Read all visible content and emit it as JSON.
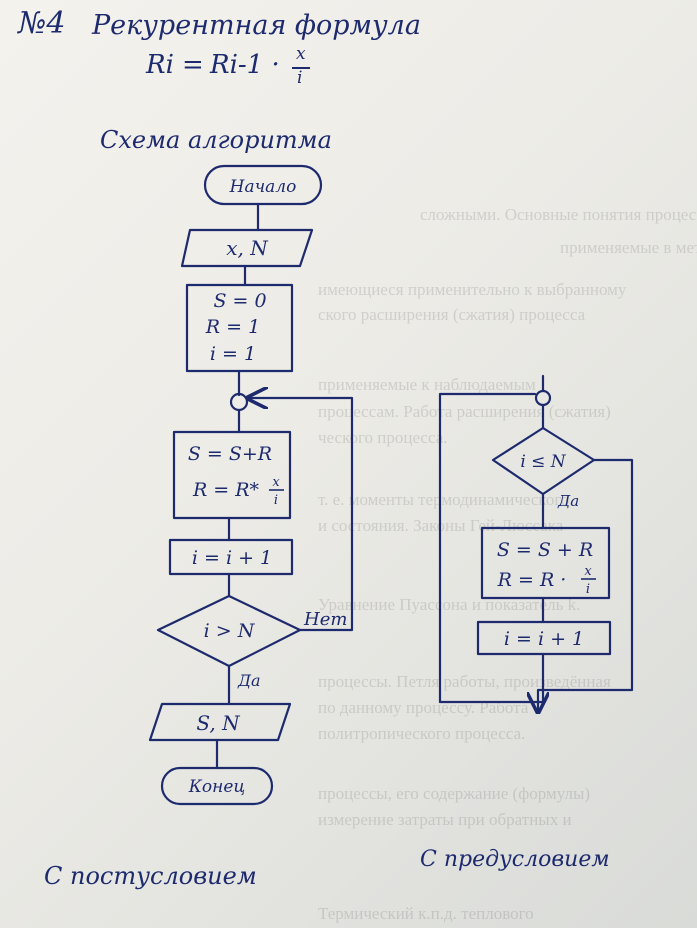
{
  "heading": {
    "number": "№4",
    "title": "Рекурентная формула",
    "formula_lhs": "Ri",
    "formula_eq": "=",
    "formula_rhs": "Ri-1 ·",
    "frac_num": "x",
    "frac_den": "i"
  },
  "scheme_title": "Схема алгоритма",
  "left_chart": {
    "start": "Начало",
    "input": "x, N",
    "init_1": "S = 0",
    "init_2": "R = 1",
    "init_3": "i = 1",
    "body_1": "S = S+R",
    "body_2_pre": "R = R*",
    "frac_num": "x",
    "frac_den": "i",
    "inc": "i = i + 1",
    "condition": "i > N",
    "no_label": "Нет",
    "yes_label": "Да",
    "output": "S, N",
    "end": "Конец",
    "caption": "С постусловием"
  },
  "right_chart": {
    "condition": "i ≤ N",
    "yes_label": "Да",
    "body_1": "S = S + R",
    "body_2_pre": "R = R ·",
    "frac_num": "x",
    "frac_den": "i",
    "inc": "i = i + 1",
    "caption": "С предусловием"
  },
  "background_print": [
    "сложными.  Основные понятия  процесса,",
    "применяемые в метрологии.",
    "имеющиеся применительно к выбранному",
    "ского расширения (сжатия) процесса",
    "применяемые к наблюдаемым",
    "процессам. Работа расширения (сжатия)",
    "ческого процесса.",
    "т. е. моменты термодинамического",
    "и состояния. Законы Гей-Люссака",
    "Уравнение Пуассона и показатель k.",
    "процессы. Петля работы, произведённая",
    "по данному процессу. Работа",
    "политропического процесса.",
    "процессы, его содержание (формулы)",
    "измерение затраты при обратных и",
    "Термический к.п.д. теплового"
  ]
}
